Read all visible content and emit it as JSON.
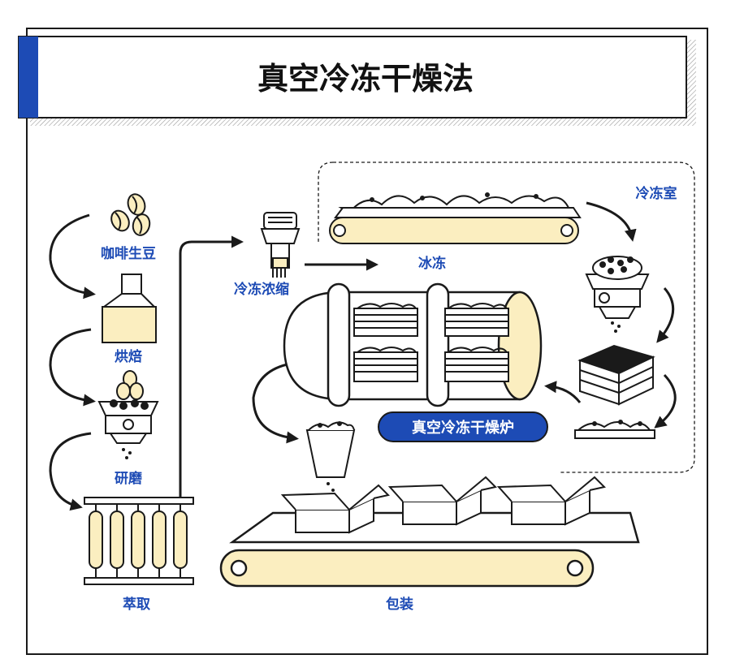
{
  "title": "真空冷冻干燥法",
  "steps": {
    "beans": "咖啡生豆",
    "roast": "烘焙",
    "grind": "研磨",
    "extract": "萃取",
    "concentrate": "冷冻浓缩",
    "freeze": "冰冻",
    "freeze_room": "冷冻室",
    "dryer": "真空冷冻干燥炉",
    "packaging": "包装"
  },
  "colors": {
    "accent_blue": "#1d4bb5",
    "cream": "#fbeec0",
    "ink": "#1a1a1a"
  }
}
